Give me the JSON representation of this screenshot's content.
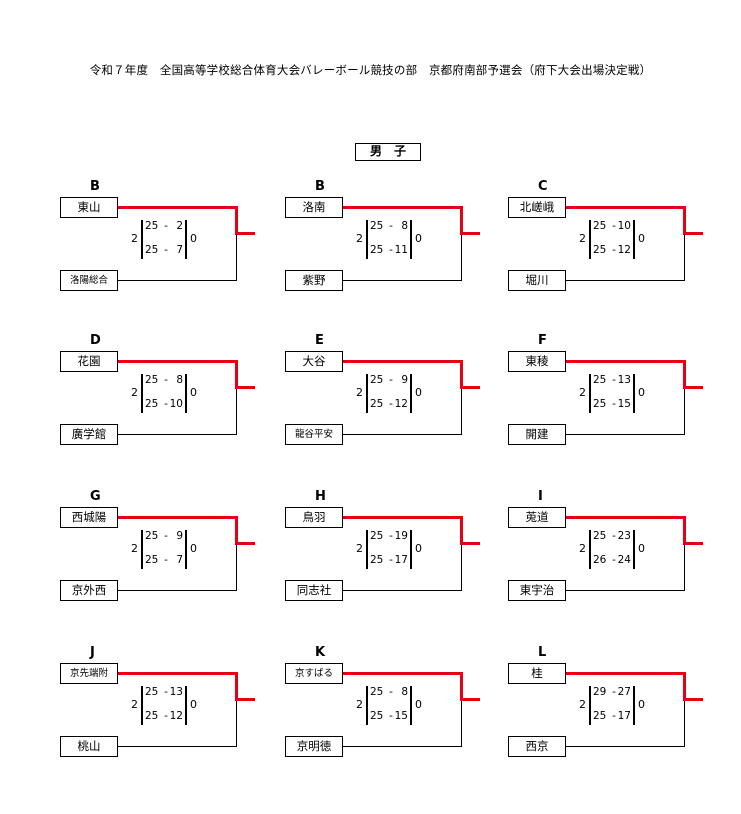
{
  "title": "令和７年度　全国高等学校総合体育大会バレーボール競技の部　京都府南部予選会（府下大会出場決定戦）",
  "section": "男　子",
  "colors": {
    "winner_line": "#e60012",
    "loser_line": "#000000"
  },
  "matches": [
    {
      "pool": "B",
      "top": "東山",
      "bottom": "洛陽総合",
      "sets_top": "2",
      "sets_bottom": "0",
      "set1": {
        "a": "25",
        "dash": "-",
        "b": "2"
      },
      "set2": {
        "a": "25",
        "dash": "-",
        "b": "7"
      }
    },
    {
      "pool": "B",
      "top": "洛南",
      "bottom": "紫野",
      "sets_top": "2",
      "sets_bottom": "0",
      "set1": {
        "a": "25",
        "dash": "-",
        "b": "8"
      },
      "set2": {
        "a": "25",
        "dash": "-",
        "b": "11"
      }
    },
    {
      "pool": "C",
      "top": "北嵯峨",
      "bottom": "堀川",
      "sets_top": "2",
      "sets_bottom": "0",
      "set1": {
        "a": "25",
        "dash": "-",
        "b": "10"
      },
      "set2": {
        "a": "25",
        "dash": "-",
        "b": "12"
      }
    },
    {
      "pool": "D",
      "top": "花園",
      "bottom": "廣学館",
      "sets_top": "2",
      "sets_bottom": "0",
      "set1": {
        "a": "25",
        "dash": "-",
        "b": "8"
      },
      "set2": {
        "a": "25",
        "dash": "-",
        "b": "10"
      }
    },
    {
      "pool": "E",
      "top": "大谷",
      "bottom": "龍谷平安",
      "sets_top": "2",
      "sets_bottom": "0",
      "set1": {
        "a": "25",
        "dash": "-",
        "b": "9"
      },
      "set2": {
        "a": "25",
        "dash": "-",
        "b": "12"
      }
    },
    {
      "pool": "F",
      "top": "東稜",
      "bottom": "開建",
      "sets_top": "2",
      "sets_bottom": "0",
      "set1": {
        "a": "25",
        "dash": "-",
        "b": "13"
      },
      "set2": {
        "a": "25",
        "dash": "-",
        "b": "15"
      }
    },
    {
      "pool": "G",
      "top": "西城陽",
      "bottom": "京外西",
      "sets_top": "2",
      "sets_bottom": "0",
      "set1": {
        "a": "25",
        "dash": "-",
        "b": "9"
      },
      "set2": {
        "a": "25",
        "dash": "-",
        "b": "7"
      }
    },
    {
      "pool": "H",
      "top": "鳥羽",
      "bottom": "同志社",
      "sets_top": "2",
      "sets_bottom": "0",
      "set1": {
        "a": "25",
        "dash": "-",
        "b": "19"
      },
      "set2": {
        "a": "25",
        "dash": "-",
        "b": "17"
      }
    },
    {
      "pool": "I",
      "top": "莵道",
      "bottom": "東宇治",
      "sets_top": "2",
      "sets_bottom": "0",
      "set1": {
        "a": "25",
        "dash": "-",
        "b": "23"
      },
      "set2": {
        "a": "26",
        "dash": "-",
        "b": "24"
      }
    },
    {
      "pool": "J",
      "top": "京先端附",
      "bottom": "桃山",
      "sets_top": "2",
      "sets_bottom": "0",
      "set1": {
        "a": "25",
        "dash": "-",
        "b": "13"
      },
      "set2": {
        "a": "25",
        "dash": "-",
        "b": "12"
      }
    },
    {
      "pool": "K",
      "top": "京すばる",
      "bottom": "京明徳",
      "sets_top": "2",
      "sets_bottom": "0",
      "set1": {
        "a": "25",
        "dash": "-",
        "b": "8"
      },
      "set2": {
        "a": "25",
        "dash": "-",
        "b": "15"
      }
    },
    {
      "pool": "L",
      "top": "桂",
      "bottom": "西京",
      "sets_top": "2",
      "sets_bottom": "0",
      "set1": {
        "a": "29",
        "dash": "-",
        "b": "27"
      },
      "set2": {
        "a": "25",
        "dash": "-",
        "b": "17"
      }
    }
  ]
}
